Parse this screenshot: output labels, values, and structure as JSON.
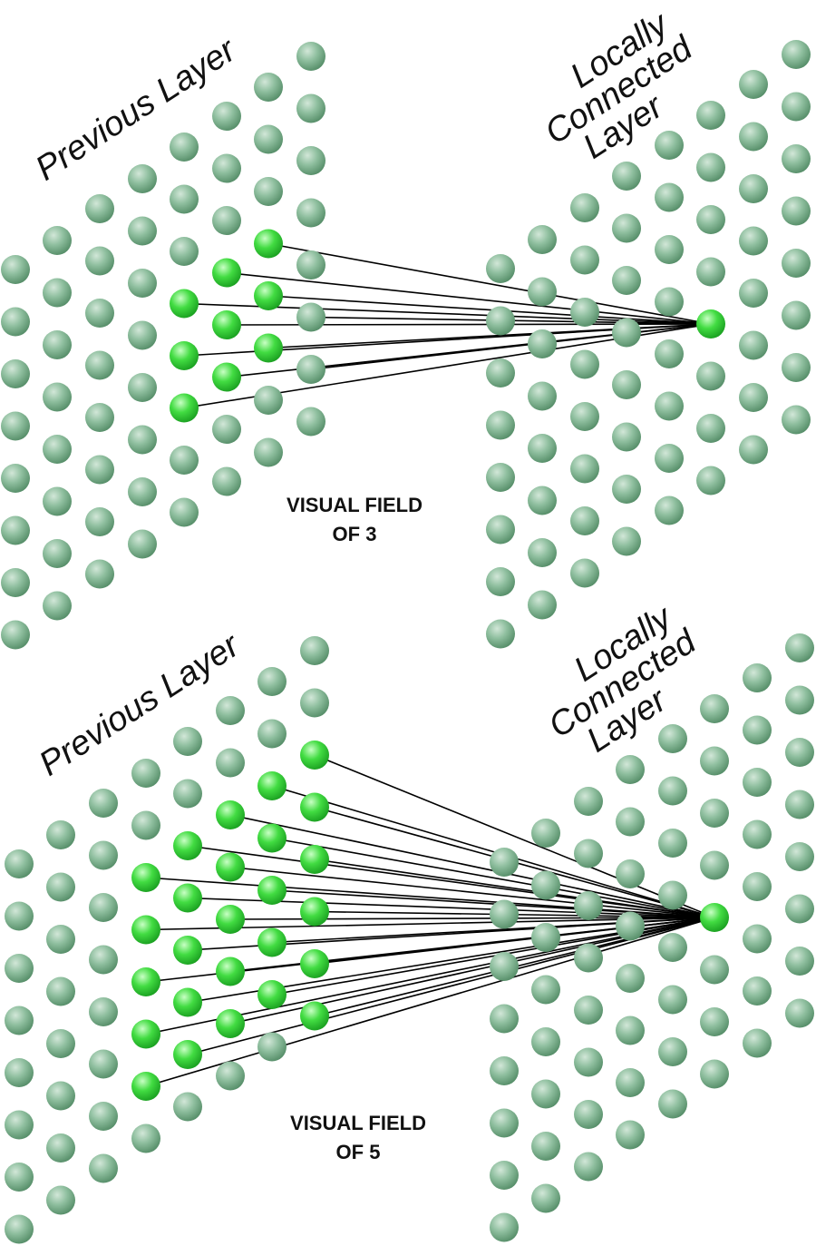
{
  "colors": {
    "neuron": "#7fb090",
    "neuron_highlight": "#39d53a",
    "connection": "#000000"
  },
  "panels": [
    {
      "previous_layer_label": "Previous Layer",
      "local_layer_label": [
        "Locally",
        "Connected",
        "Layer"
      ],
      "caption": [
        "VISUAL FIELD",
        "OF 3"
      ],
      "visual_field": 3
    },
    {
      "previous_layer_label": "Previous Layer",
      "local_layer_label": [
        "Locally",
        "Connected",
        "Layer"
      ],
      "caption": [
        "VISUAL FIELD",
        "OF 5"
      ],
      "visual_field": 5
    }
  ]
}
